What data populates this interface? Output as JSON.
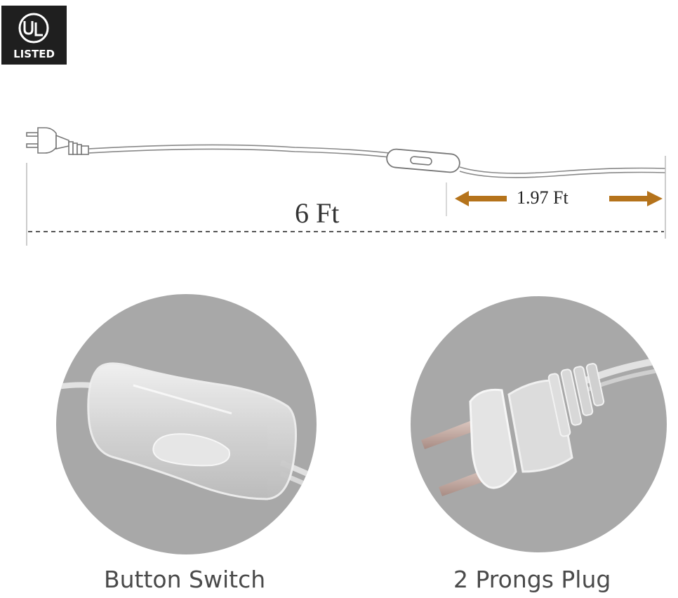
{
  "badge": {
    "mark": "UL",
    "label": "LISTED"
  },
  "dimensions": {
    "total": "6 Ft",
    "segment": "1.97 Ft"
  },
  "colors": {
    "arrow": "#b5731b",
    "photo_background": "#a8a8a8",
    "badge": "#1f1f1f"
  },
  "photos": [
    {
      "caption": "Button Switch",
      "icon": "inline-switch-photo"
    },
    {
      "caption": "2 Prongs Plug",
      "icon": "two-prong-plug-photo"
    }
  ]
}
